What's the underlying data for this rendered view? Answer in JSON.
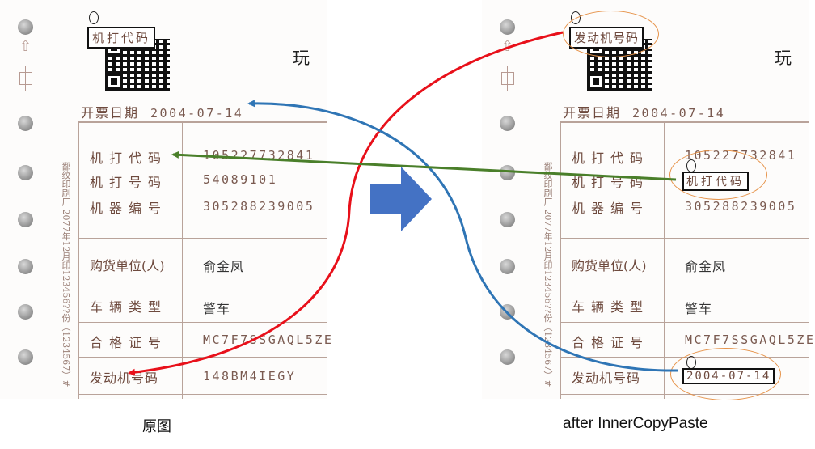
{
  "panels": {
    "original": {
      "top_label": "机打代码",
      "corner_char": "玩",
      "date_label": "开票日期",
      "date_value": "2004-07-14",
      "side_text": "鄱纹印刷厂 2077年12月印123456??份（1234567）#",
      "rows": [
        {
          "label": "机打代码",
          "value": "105227732841"
        },
        {
          "label": "机打号码",
          "value": "54089101"
        },
        {
          "label": "机器编号",
          "value": "305288239005"
        },
        {
          "label": "购货单位(人)",
          "value": "俞金凤"
        },
        {
          "label": "车辆类型",
          "value": "警车"
        },
        {
          "label": "合格证号",
          "value": "MC7F7SSGAQL5ZE"
        },
        {
          "label": "发动机号码",
          "value": "148BM4IEGY"
        }
      ]
    },
    "edited": {
      "top_label": "发动机号码",
      "corner_char": "玩",
      "date_label": "开票日期",
      "date_value": "2004-07-14",
      "side_text": "鄱纹印刷厂 2077年12月印123456??份（1234567）#",
      "rows": [
        {
          "label": "机打代码",
          "value": "105227732841"
        },
        {
          "label": "机打号码",
          "value": "机打代码"
        },
        {
          "label": "机器编号",
          "value": "305288239005"
        },
        {
          "label": "购货单位(人)",
          "value": "俞金凤"
        },
        {
          "label": "车辆类型",
          "value": "警车"
        },
        {
          "label": "合格证号",
          "value": "MC7F7SSGAQL5ZE"
        },
        {
          "label": "发动机号码",
          "value": "2004-07-14"
        }
      ]
    }
  },
  "captions": {
    "left": "原图",
    "right": "after InnerCopyPaste"
  },
  "colors": {
    "red_arrow": "#e8101a",
    "blue_arrow": "#2f75b5",
    "green_arrow": "#4a7f2a",
    "highlight_ellipse": "#e6934a",
    "big_arrow": "#4472c4",
    "invoice_text": "#6e4a3e"
  },
  "icons": {
    "transform_arrow": "right-pointing-block-arrow"
  }
}
